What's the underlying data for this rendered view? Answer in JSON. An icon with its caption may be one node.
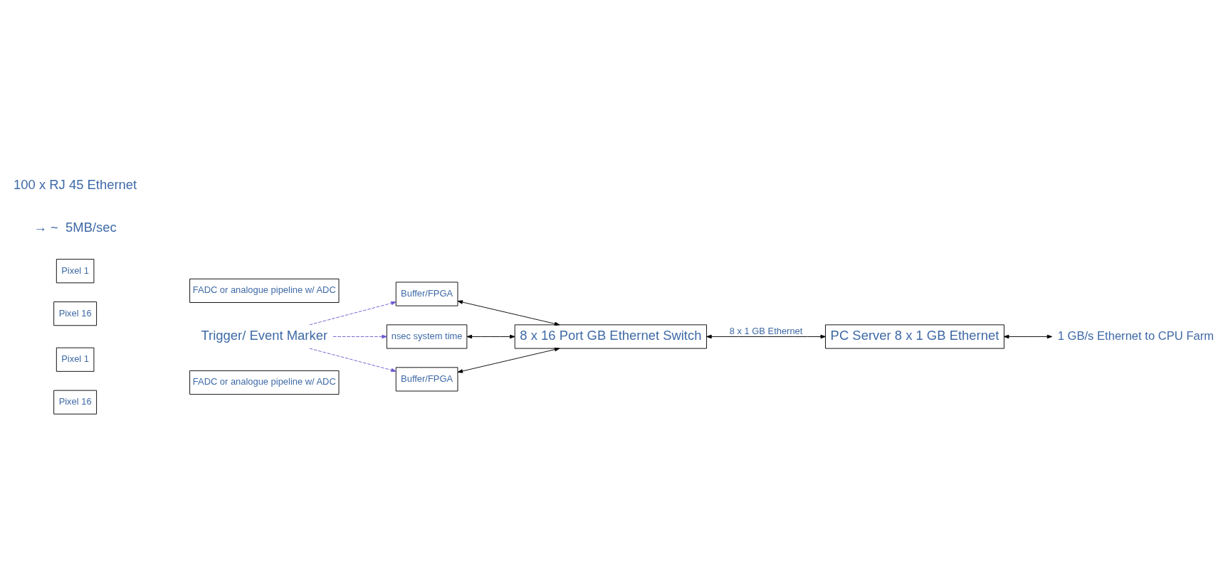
{
  "diagram": {
    "nodes": [
      {
        "text": [
          "Pixel 1"
        ]
      },
      {
        "text": [
          "Pixel 16"
        ]
      },
      {
        "text": [
          "FADC or analogue pipeline w/ ADC"
        ]
      },
      {
        "text": [
          "Buffer/FPGA"
        ]
      },
      {
        "text": [
          "Pixel 1"
        ]
      },
      {
        "text": [
          "Pixel 16"
        ]
      },
      {
        "text": [
          "FADC or analogue pipeline w/ ADC"
        ]
      },
      {
        "text": [
          "Buffer/FPGA"
        ]
      },
      {
        "text": [
          "8 x 16 Port GB Ethernet Switch"
        ]
      },
      {
        "text": [
          "PC Server 8 x 1 GB Ethernet"
        ]
      },
      {
        "text": [
          "nsec system time"
        ]
      },
      {
        "text": [
          "Trigger/ Event Marker"
        ]
      },
      {
        "text": [
          "1 GB/s Ethernet to CPU Farm"
        ]
      }
    ],
    "edges": [
      {
        "from": 3,
        "to": 8,
        "arrow": "both"
      },
      {
        "from": 7,
        "to": 8,
        "arrow": "both"
      },
      {
        "from": 10,
        "to": 8,
        "arrow": "both"
      },
      {
        "from": 8,
        "to": 9,
        "arrow": "both",
        "label": "8 x 1 GB Ethernet"
      },
      {
        "from": 9,
        "to": 12,
        "arrow": "both"
      },
      {
        "from": 11,
        "to": 3,
        "arrow": "to",
        "style": "dashed",
        "color": "#6a5acd"
      },
      {
        "from": 11,
        "to": 7,
        "arrow": "to",
        "style": "dashed",
        "color": "#6a5acd"
      },
      {
        "from": 11,
        "to": 10,
        "arrow": "to",
        "style": "dashed",
        "color": "#6a5acd"
      }
    ],
    "labels": [
      "→ ~  5MB/sec",
      "100 x RJ 45 Ethernet"
    ]
  }
}
